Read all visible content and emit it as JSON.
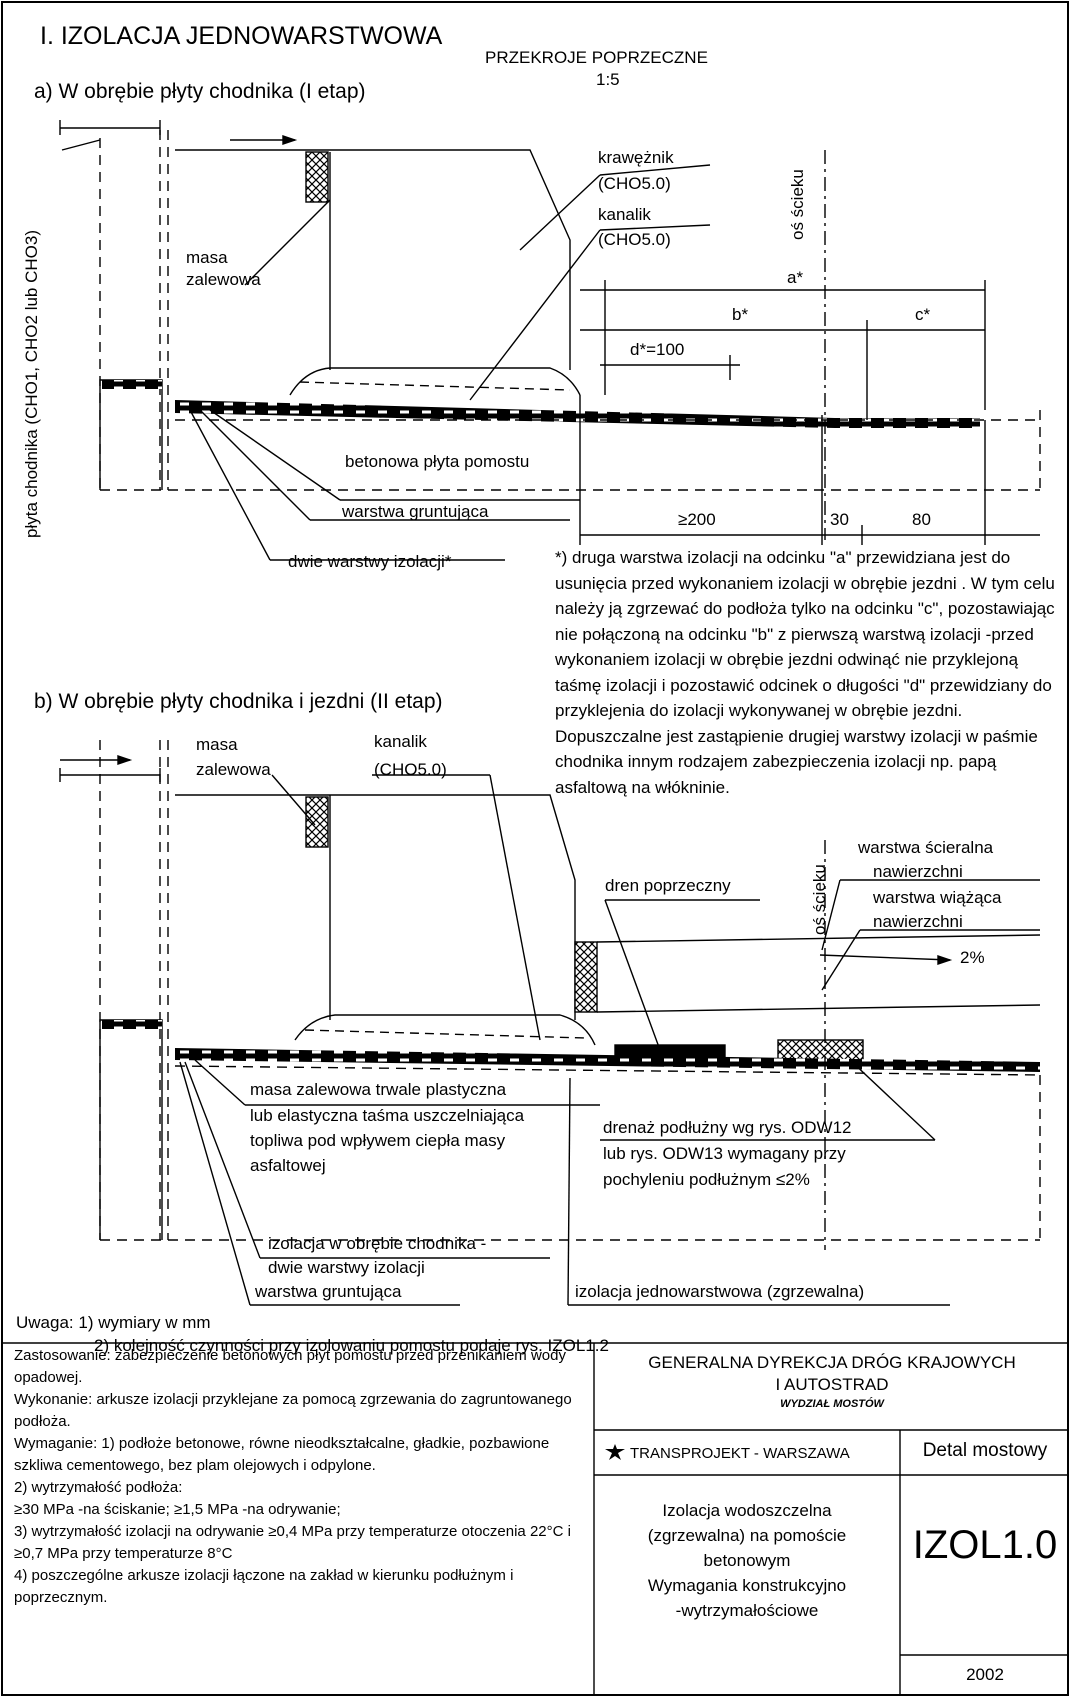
{
  "title": "I. IZOLACJA JEDNOWARSTWOWA",
  "scale_title": "PRZEKROJE POPRZECZNE",
  "scale": "1:5",
  "section_a": {
    "heading": "a) W obrębie płyty chodnika (I etap)",
    "vertical_label": "płyta chodnika (CHO1, CHO2 lub CHO3)",
    "masa_line1": "masa",
    "masa_line2": "zalewowa",
    "krawieznik": "krawężnik",
    "krawieznik_ref": "(CHO5.0)",
    "kanalik": "kanalik",
    "kanalik_ref": "(CHO5.0)",
    "os_scieku": "oś ścieku",
    "dim_a": "a*",
    "dim_b": "b*",
    "dim_c": "c*",
    "dim_d": "d*=100",
    "betonowa": "betonowa płyta pomostu",
    "gruntujaca": "warstwa gruntująca",
    "dwie_warstwy": "dwie warstwy izolacji*",
    "dim_200": "≥200",
    "dim_30": "30",
    "dim_80": "80"
  },
  "footnote": "*) druga warstwa izolacji na odcinku \"a\" przewidziana jest do usunięcia przed wykonaniem izolacji w obrębie jezdni . W tym celu należy ją zgrzewać do podłoża tylko na odcinku \"c\", pozostawiając nie połączoną na odcinku \"b\" z pierwszą warstwą izolacji -przed wykonaniem izolacji w obrębie jezdni odwinąć nie przyklejoną taśmę izolacji i pozostawić odcinek o długości \"d\" przewidziany do przyklejenia do izolacji wykonywanej w obrębie jezdni. Dopuszczalne jest zastąpienie drugiej warstwy izolacji w paśmie chodnika innym rodzajem zabezpieczenia izolacji np. papą asfaltową na włókninie.",
  "section_b": {
    "heading": "b) W obrębie płyty chodnika i jezdni (II etap)",
    "masa_line1": "masa",
    "masa_line2": "zalewowa",
    "kanalik": "kanalik",
    "kanalik_ref": "(CHO5.0)",
    "os_scieku": "oś ścieku",
    "dren": "dren poprzeczny",
    "scieralna_1": "warstwa ścieralna",
    "scieralna_2": "nawierzchni",
    "wiazaca_1": "warstwa wiążąca",
    "wiazaca_2": "nawierzchni",
    "slope": "2%",
    "masa_plast_1": "masa zalewowa trwale plastyczna",
    "masa_plast_2": "lub elastyczna taśma uszczelniająca",
    "masa_plast_3": "topliwa pod wpływem ciepła masy",
    "masa_plast_4": "asfaltowej",
    "drenaz_1": "drenaż podłużny wg rys. ODW12",
    "drenaz_2": "lub rys. ODW13 wymagany przy",
    "drenaz_3": "pochyleniu podłużnym ≤2%",
    "izol_chodnik_1": "izolacja w obrębie chodnika -",
    "izol_chodnik_2": "dwie warstwy izolacji",
    "gruntujaca": "warstwa gruntująca",
    "jednowarstwowa": "izolacja jednowarstwowa (zgrzewalna)"
  },
  "notes": {
    "uwaga_1": "Uwaga: 1) wymiary w mm",
    "uwaga_2": "2) kolejność czynności przy izolowaniu pomostu podaje rys. IZOL1.2"
  },
  "footer": {
    "text_1": "Zastosowanie: zabezpieczenie betonowych płyt pomostu przed przenikaniem wody opadowej.",
    "text_2": "Wykonanie: arkusze izolacji przyklejane za pomocą zgrzewania do zagruntowanego podłoża.",
    "text_3": "Wymaganie: 1) podłoże betonowe, równe nieodkształcalne, gładkie, pozbawione szkliwa cementowego, bez plam olejowych i odpylone.",
    "text_4": "2) wytrzymałość podłoża:",
    "text_5": "≥30 MPa -na ściskanie; ≥1,5 MPa -na odrywanie;",
    "text_6": "3) wytrzymałość izolacji na odrywanie ≥0,4 MPa przy temperaturze otoczenia 22°C i ≥0,7 MPa przy temperaturze 8°C",
    "text_7": "4) poszczególne arkusze izolacji łączone na zakład w kierunku podłużnym i poprzecznym."
  },
  "title_block": {
    "org_1": "GENERALNA DYREKCJA DRÓG KRAJOWYCH",
    "org_2": "I AUTOSTRAD",
    "dept": "WYDZIAŁ MOSTÓW",
    "company": "TRANSPROJEKT - WARSZAWA",
    "type": "Detal mostowy",
    "desc_1": "Izolacja wodoszczelna",
    "desc_2": "(zgrzewalna) na pomoście",
    "desc_3": "betonowym",
    "desc_4": "Wymagania konstrukcyjno",
    "desc_5": "-wytrzymałościowe",
    "code": "IZOL1.0",
    "year": "2002"
  }
}
